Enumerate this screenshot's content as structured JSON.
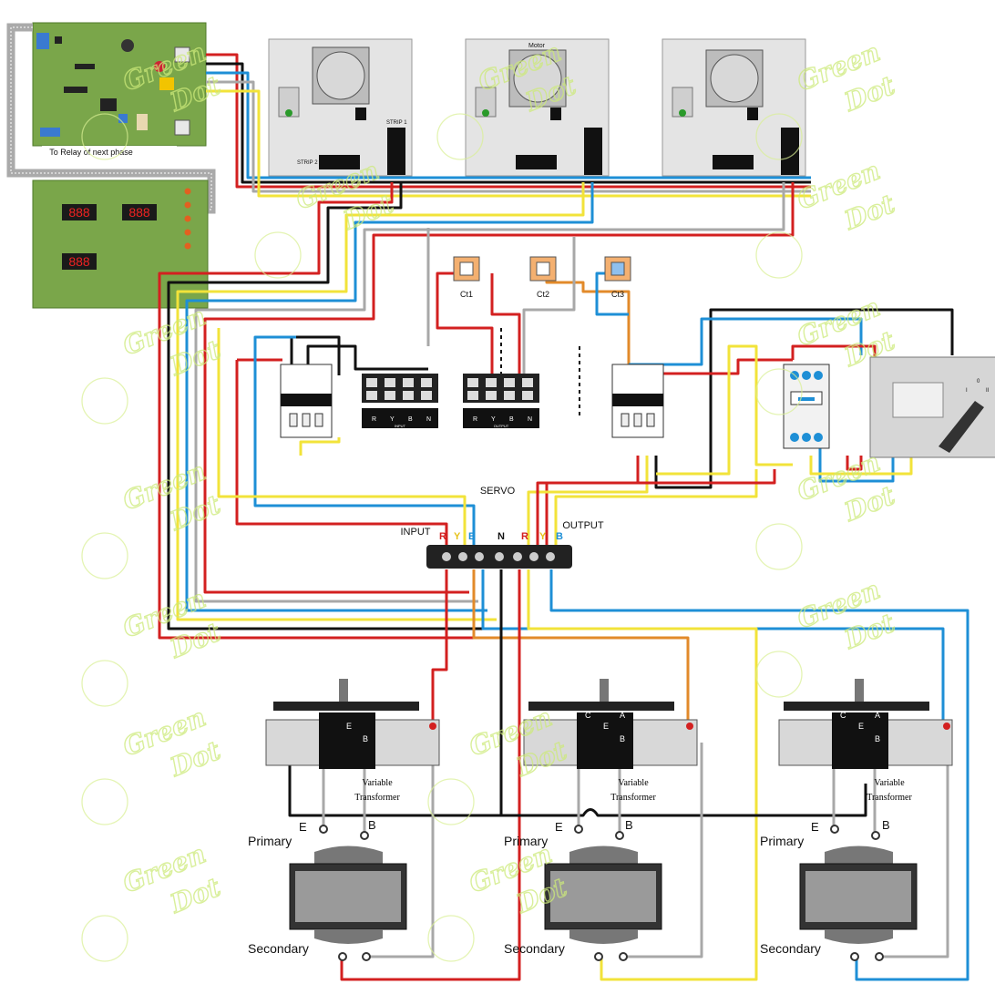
{
  "labels": {
    "relay_note": "To Relay of next phase",
    "motor": "Motor",
    "strip1": "STRIP 1",
    "strip2": "STRIP 2",
    "ct1": "Ct1",
    "ct2": "Ct2",
    "ct3": "Ct3",
    "servo": "SERVO",
    "input": "INPUT",
    "output": "OUTPUT",
    "terminal_letters": [
      "R",
      "Y",
      "B",
      "N"
    ],
    "terminal_input_caption": "INPUT",
    "terminal_output_caption": "OUTPUT",
    "servo_phase_letters": [
      "R",
      "Y",
      "B",
      "N",
      "R",
      "Y",
      "B"
    ],
    "variable_transformer_line1": "Variable",
    "variable_transformer_line2": "Transformer",
    "primary": "Primary",
    "secondary": "Secondary",
    "tap_e": "E",
    "tap_b": "B",
    "tap_c": "C",
    "tap_a": "A",
    "display_digits": "888",
    "switch_off": "0",
    "switch_pos1": "I",
    "switch_pos2": "II",
    "watermark_word1": "Green",
    "watermark_word2": "Dot"
  },
  "colors": {
    "red": "#d32020",
    "yellow": "#f2e33a",
    "blue": "#1e8fd6",
    "black": "#111111",
    "gray": "#a8a8a8",
    "orange": "#e28a2a",
    "pcb_green": "#7aa64a",
    "watermark": "#cdea7a"
  }
}
